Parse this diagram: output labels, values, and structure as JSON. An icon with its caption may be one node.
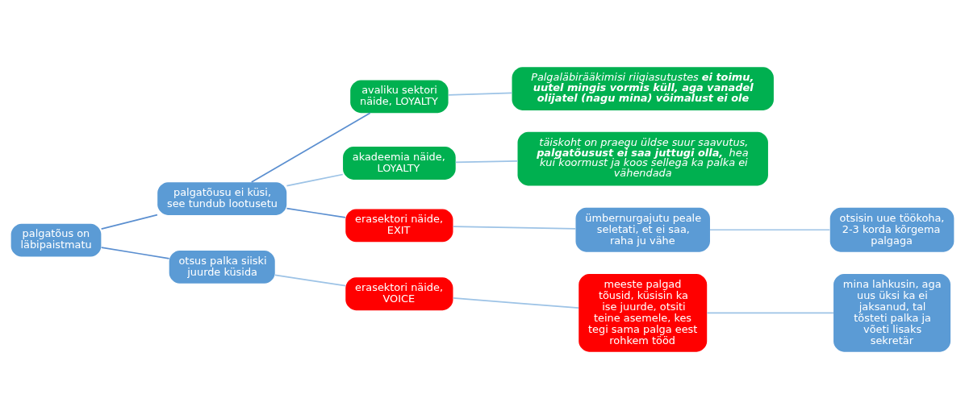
{
  "diagram": {
    "nodes": [
      {
        "text": [
          "palgatõus on läbipaistmatu"
        ]
      },
      {
        "text": [
          "palgatõusu ei küsi, see tundub lootusetu"
        ]
      },
      {
        "text": [
          "avaliku sektori näide, LOYALTY"
        ]
      },
      {
        "text": [
          "Palgaläbirääkimisi riigiasutustes **ei toimu, uutel mingis vormis küll, aga vanadel olijatel (nagu mina) võimalust ei ole**"
        ]
      },
      {
        "text": [
          "akadeemia näide, LOYALTY"
        ]
      },
      {
        "text": [
          "täiskoht on praegu üldse suur saavutus, **palgatõusust ei saa juttugi olla,** hea kui koormust ja koos sellega ka palka ei vähendada"
        ]
      },
      {
        "text": [
          "erasektori näide, EXIT"
        ]
      },
      {
        "text": [
          "ümbernurgajutu peale seletati, et ei saa, raha ju vähe"
        ]
      },
      {
        "text": [
          "otsisin uue töökoha, 2-3 korda kõrgema palgaga"
        ]
      },
      {
        "text": [
          "otsus palka siiski juurde küsida"
        ]
      },
      {
        "text": [
          "erasektori näide, VOICE"
        ]
      },
      {
        "text": [
          "meeste palgad tõusid, küsisin ka ise juurde, otsiti teine asemele, kes tegi sama palga eest rohkem tööd"
        ]
      },
      {
        "text": [
          "mina lahkusin, aga uus üksi ka ei jaksanud, tal tõsteti palka ja võeti lisaks sekretär"
        ]
      }
    ],
    "edges": [
      {
        "from": 0,
        "to": 1,
        "arrow": "none",
        "color": "#5b8fd0"
      },
      {
        "from": 0,
        "to": 9,
        "arrow": "none",
        "color": "#5b8fd0"
      },
      {
        "from": 1,
        "to": 2,
        "arrow": "none",
        "color": "#5b8fd0"
      },
      {
        "from": 1,
        "to": 4,
        "arrow": "none"
      },
      {
        "from": 1,
        "to": 6,
        "arrow": "none",
        "color": "#5b8fd0"
      },
      {
        "from": 2,
        "to": 3,
        "arrow": "none"
      },
      {
        "from": 4,
        "to": 5,
        "arrow": "none"
      },
      {
        "from": 6,
        "to": 7,
        "arrow": "none"
      },
      {
        "from": 7,
        "to": 8,
        "arrow": "none"
      },
      {
        "from": 9,
        "to": 10,
        "arrow": "none"
      },
      {
        "from": 10,
        "to": 11,
        "arrow": "none"
      },
      {
        "from": 11,
        "to": 12,
        "arrow": "none"
      }
    ]
  }
}
